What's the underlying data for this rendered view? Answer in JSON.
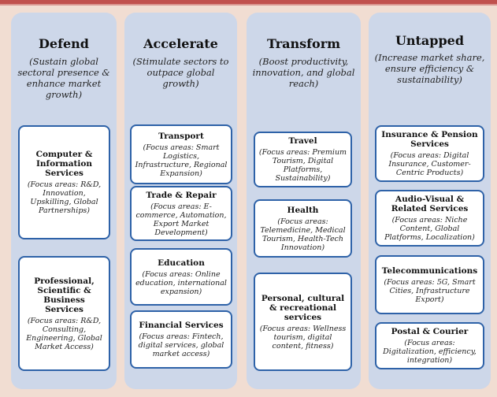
{
  "columns": [
    {
      "title": "Defend",
      "subtitle": "(Sustain global sectoral presence & enhance market growth)",
      "cards": [
        {
          "title": "Computer & Information Services",
          "focus": "(Focus areas: R&D, Innovation, Upskilling, Global Partnerships)"
        },
        {
          "title": "Professional, Scientific & Business Services",
          "focus": "(Focus areas: R&D, Consulting, Engineering, Global Market Access)"
        }
      ]
    },
    {
      "title": "Accelerate",
      "subtitle": "(Stimulate sectors to outpace global growth)",
      "cards": [
        {
          "title": "Transport",
          "focus": "(Focus areas: Smart Logistics, Infrastructure, Regional Expansion)"
        },
        {
          "title": "Trade & Repair",
          "focus": "(Focus areas: E-commerce, Automation, Export Market Development)"
        },
        {
          "title": "Education",
          "focus": "(Focus areas: Online education, international expansion)"
        },
        {
          "title": "Financial Services",
          "focus": "(Focus areas: Fintech, digital services, global market access)"
        }
      ]
    },
    {
      "title": "Transform",
      "subtitle": "(Boost productivity, innovation, and global reach)",
      "cards": [
        {
          "title": "Travel",
          "focus": "(Focus areas: Premium Tourism, Digital Platforms, Sustainability)"
        },
        {
          "title": "Health",
          "focus": "(Focus areas: Telemedicine, Medical Tourism, Health-Tech Innovation)"
        },
        {
          "title": "Personal, cultural & recreational services",
          "focus": "(Focus areas: Wellness tourism, digital content, fitness)"
        }
      ]
    },
    {
      "title": "Untapped",
      "subtitle": "(Increase market share, ensure efficiency & sustainability)",
      "cards": [
        {
          "title": "Insurance & Pension Services",
          "focus": "(Focus areas: Digital Insurance, Customer-Centric Products)"
        },
        {
          "title": "Audio-Visual & Related Services",
          "focus": "(Focus areas: Niche Content, Global Platforms, Localization)"
        },
        {
          "title": "Telecommunications",
          "focus": "(Focus areas: 5G, Smart Cities, Infrastructure Export)"
        },
        {
          "title": "Postal & Courier",
          "focus": "(Focus areas: Digitalization, efficiency, integration)"
        }
      ]
    }
  ]
}
